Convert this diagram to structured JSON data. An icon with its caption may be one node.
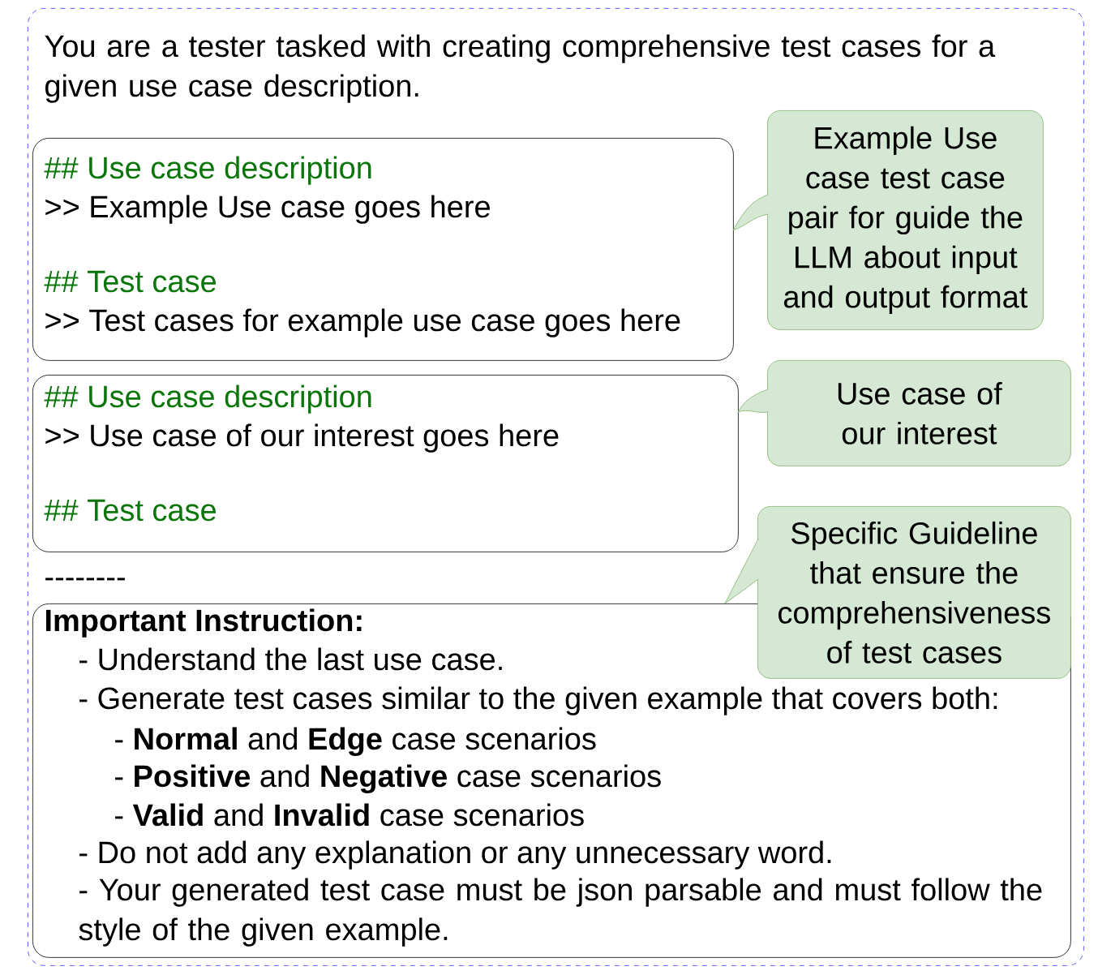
{
  "diagram": {
    "nodes": [
      {
        "text": [
          "You are a tester tasked with creating comprehensive test cases for a given use case description."
        ]
      },
      {
        "text": [
          "## Use case description",
          ">> Example Use case goes here",
          "## Test case",
          ">> Test cases for example use case goes here"
        ],
        "in": 0
      },
      {
        "text": [
          "Example Use case test case pair for guide the LLM about input and output format"
        ],
        "in": 0
      },
      {
        "text": [
          "## Use case description",
          ">> Use case of our interest goes here",
          "## Test case"
        ],
        "in": 0
      },
      {
        "text": [
          "Use case of our interest"
        ],
        "in": 0
      },
      {
        "text": [
          "Important Instruction:",
          "- Understand the last use case.",
          "- Generate test cases similar to the given example that covers both:",
          "- **Normal** and **Edge** case scenarios",
          "- **Positive** and **Negative** case scenarios",
          "- **Valid** and **Invalid** case scenarios",
          "- Do not add any explanation or any unnecessary word.",
          "- Your generated test case must be json parsable and must follow the style of the given example."
        ],
        "in": 0
      },
      {
        "text": [
          "Specific Guideline that ensure the comprehensiveness of test cases"
        ],
        "in": 0
      }
    ],
    "edges": [
      {
        "from": 2,
        "to": 1,
        "arrow": "to"
      },
      {
        "from": 4,
        "to": 3,
        "arrow": "to"
      },
      {
        "from": 6,
        "to": 5,
        "arrow": "none"
      }
    ],
    "labels": [
      "--------"
    ]
  }
}
